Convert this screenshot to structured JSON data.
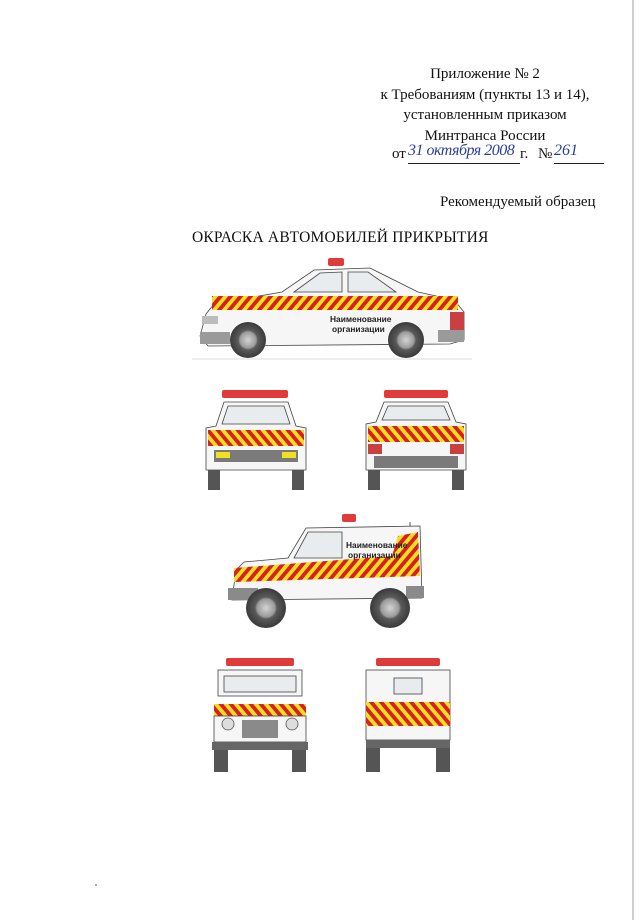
{
  "header": {
    "lines": [
      "Приложение № 2",
      "к Требованиям (пункты 13 и 14),",
      "установленным приказом",
      "Минтранса России"
    ],
    "order_prefix": "от",
    "order_date_handwritten": "31 октября 2008",
    "order_year_suffix": "г.",
    "order_number_label": "№",
    "order_number_handwritten": "261"
  },
  "recommended_label": "Рекомендуемый образец",
  "title": "ОКРАСКА АВТОМОБИЛЕЙ ПРИКРЫТИЯ",
  "figures": {
    "sedan_side_label": [
      "Наименование",
      "организации"
    ],
    "suv_side_label": [
      "Наименование",
      "организации"
    ]
  },
  "colors": {
    "stripe_yellow": "#f0e020",
    "stripe_red": "#d81f26",
    "beacon_red": "#e03a3a",
    "body_white": "#f6f6f6",
    "wheel_gray": "#8c8c8c",
    "handwriting_blue": "#2a3d9c"
  }
}
